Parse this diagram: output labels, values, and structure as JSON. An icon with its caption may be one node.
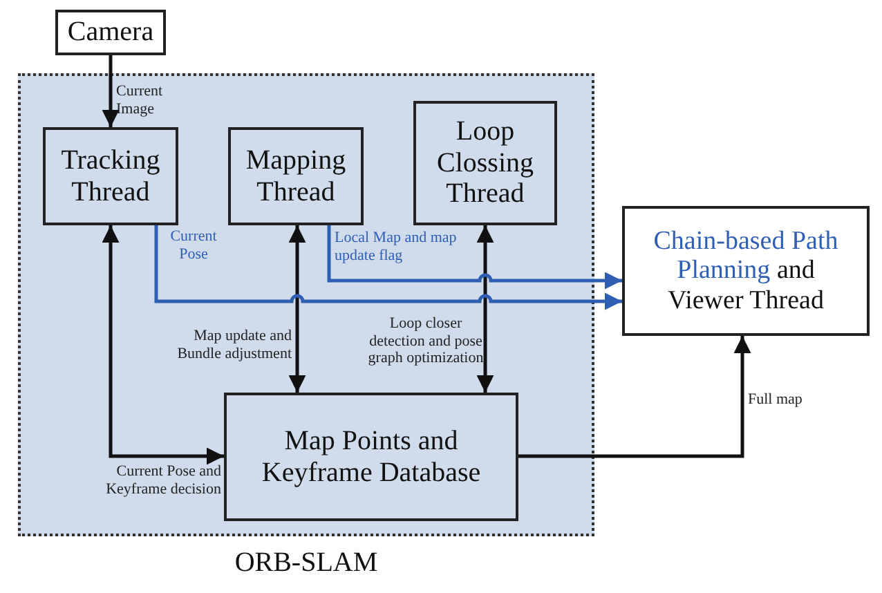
{
  "diagram": {
    "nodes": [
      {
        "text": [
          "ORB-SLAM"
        ]
      },
      {
        "text": [
          "Camera"
        ]
      },
      {
        "text": [
          "Tracking Thread"
        ],
        "in": 0
      },
      {
        "text": [
          "Mapping Thread"
        ],
        "in": 0
      },
      {
        "text": [
          "Loop Clossing Thread"
        ],
        "in": 0
      },
      {
        "text": [
          "Chain-based Path Planning",
          "and Viewer Thread"
        ]
      },
      {
        "text": [
          "Map Points and Keyframe Database"
        ],
        "in": 0
      }
    ],
    "edges": [
      {
        "from": 1,
        "to": 2,
        "arrow": "to",
        "label": "Current Image"
      },
      {
        "from": 6,
        "to": 2,
        "arrow": "both",
        "label": "Current Pose and Keyframe decision"
      },
      {
        "from": 3,
        "to": 6,
        "arrow": "both",
        "label": "Map update and Bundle adjustment"
      },
      {
        "from": 4,
        "to": 6,
        "arrow": "both",
        "label": "Loop closer detection and pose graph optimization"
      },
      {
        "from": 2,
        "to": 5,
        "arrow": "to",
        "label": "Current Pose",
        "color": "#2f5fb3"
      },
      {
        "from": 3,
        "to": 5,
        "arrow": "to",
        "label": "Local Map and map update flag",
        "color": "#2f5fb3"
      },
      {
        "from": 6,
        "to": 5,
        "arrow": "to",
        "label": "Full map"
      }
    ]
  }
}
